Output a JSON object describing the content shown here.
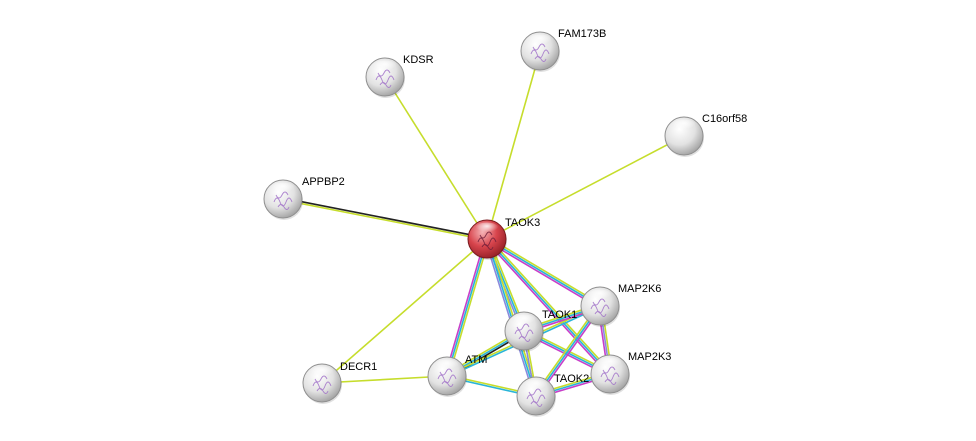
{
  "colors": {
    "textmining": "#c6dd2c",
    "coexpression": "#222222",
    "experimental": "#c83fc8",
    "database": "#29b5d8",
    "neighborhood": "#2b9a2b",
    "homology": "#8a8adc",
    "query_node": "#d8353f",
    "node": "#dcdcdc"
  },
  "nodes": [
    {
      "id": "TAOK3",
      "label": "TAOK3",
      "query": true
    },
    {
      "id": "KDSR",
      "label": "KDSR"
    },
    {
      "id": "FAM173B",
      "label": "FAM173B"
    },
    {
      "id": "C16orf58",
      "label": "C16orf58"
    },
    {
      "id": "APPBP2",
      "label": "APPBP2"
    },
    {
      "id": "MAP2K6",
      "label": "MAP2K6"
    },
    {
      "id": "TAOK1",
      "label": "TAOK1"
    },
    {
      "id": "MAP2K3",
      "label": "MAP2K3"
    },
    {
      "id": "TAOK2",
      "label": "TAOK2"
    },
    {
      "id": "ATM",
      "label": "ATM"
    },
    {
      "id": "DECR1",
      "label": "DECR1"
    }
  ],
  "edges": [
    {
      "source": "TAOK3",
      "target": "KDSR",
      "evidence": [
        "textmining"
      ]
    },
    {
      "source": "TAOK3",
      "target": "FAM173B",
      "evidence": [
        "textmining"
      ]
    },
    {
      "source": "TAOK3",
      "target": "C16orf58",
      "evidence": [
        "textmining"
      ]
    },
    {
      "source": "TAOK3",
      "target": "APPBP2",
      "evidence": [
        "textmining",
        "coexpression"
      ]
    },
    {
      "source": "TAOK3",
      "target": "DECR1",
      "evidence": [
        "textmining"
      ]
    },
    {
      "source": "TAOK3",
      "target": "ATM",
      "evidence": [
        "textmining",
        "database",
        "experimental"
      ]
    },
    {
      "source": "TAOK3",
      "target": "TAOK1",
      "evidence": [
        "textmining",
        "database",
        "homology"
      ]
    },
    {
      "source": "TAOK3",
      "target": "TAOK2",
      "evidence": [
        "textmining",
        "database",
        "homology"
      ]
    },
    {
      "source": "TAOK3",
      "target": "MAP2K6",
      "evidence": [
        "textmining",
        "database",
        "experimental"
      ]
    },
    {
      "source": "TAOK3",
      "target": "MAP2K3",
      "evidence": [
        "textmining",
        "database",
        "experimental"
      ]
    },
    {
      "source": "DECR1",
      "target": "ATM",
      "evidence": [
        "textmining"
      ]
    },
    {
      "source": "ATM",
      "target": "TAOK1",
      "evidence": [
        "textmining",
        "database",
        "coexpression"
      ]
    },
    {
      "source": "ATM",
      "target": "TAOK2",
      "evidence": [
        "textmining",
        "database"
      ]
    },
    {
      "source": "ATM",
      "target": "MAP2K6",
      "evidence": [
        "textmining",
        "database"
      ]
    },
    {
      "source": "TAOK1",
      "target": "MAP2K6",
      "evidence": [
        "textmining",
        "database",
        "experimental"
      ]
    },
    {
      "source": "TAOK1",
      "target": "MAP2K3",
      "evidence": [
        "textmining",
        "database",
        "experimental"
      ]
    },
    {
      "source": "TAOK1",
      "target": "TAOK2",
      "evidence": [
        "textmining",
        "homology"
      ]
    },
    {
      "source": "TAOK2",
      "target": "MAP2K6",
      "evidence": [
        "textmining",
        "database",
        "experimental"
      ]
    },
    {
      "source": "TAOK2",
      "target": "MAP2K3",
      "evidence": [
        "textmining",
        "database",
        "experimental"
      ]
    },
    {
      "source": "MAP2K6",
      "target": "MAP2K3",
      "evidence": [
        "textmining",
        "homology",
        "experimental"
      ]
    }
  ]
}
